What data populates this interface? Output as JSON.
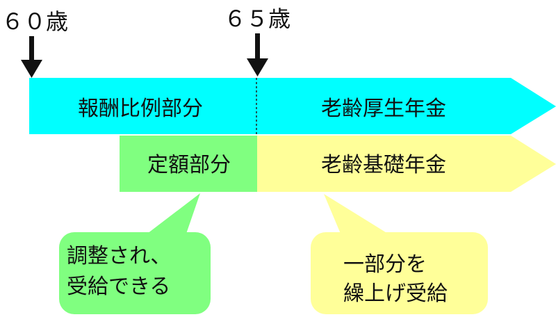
{
  "ages": {
    "start": "６０歳",
    "switch": "６５歳"
  },
  "bars": {
    "upper_left": "報酬比例部分",
    "upper_right": "老齢厚生年金",
    "lower_left": "定額部分",
    "lower_right": "老齢基礎年金"
  },
  "bubbles": {
    "left": [
      "調整され、",
      "受給できる"
    ],
    "right": [
      "一部分を",
      "繰上げ受給"
    ]
  },
  "colors": {
    "cyan": "#00ffff",
    "green": "#80ff80",
    "yellow": "#ffff99"
  }
}
